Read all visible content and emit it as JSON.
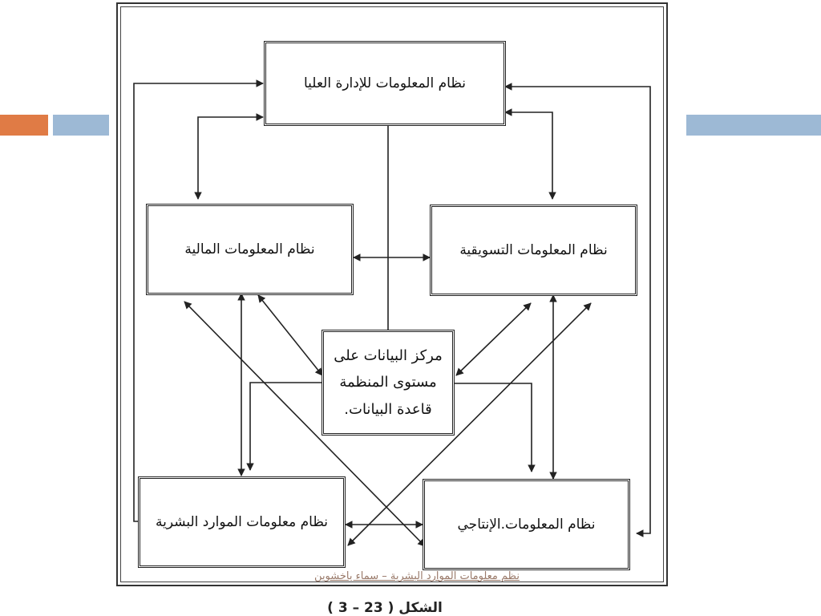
{
  "diagram": {
    "nodes": {
      "top_management": "نظام المعلومات للإدارة العليا",
      "finance": "نظام المعلومات المالية",
      "marketing": "نظام المعلومات التسويقية",
      "data_center": [
        "مركز البيانات على",
        "مستوى المنظمة",
        "قاعدة البيانات."
      ],
      "human_resources": "نظام معلومات الموارد البشرية",
      "production": "نظام المعلومات.الإنتاجي"
    },
    "footer_credit": "نظم معلومات الموارد البشرية – سماء ياخشوين",
    "figure_caption": "الشكل ( 23 – 3 )",
    "colors": {
      "deco_orange": "#e07b45",
      "deco_blue": "#9db9d5",
      "line": "#222222"
    }
  }
}
